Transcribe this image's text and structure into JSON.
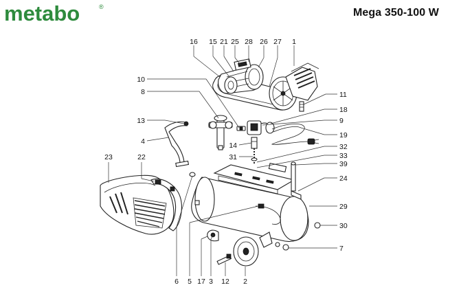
{
  "brand": {
    "logo_text": "metabo",
    "registered_mark": "®",
    "color": "#2e8b3d"
  },
  "title": "Mega 350-100 W",
  "callouts": {
    "c1": "1",
    "c2": "2",
    "c3": "3",
    "c4": "4",
    "c5": "5",
    "c6": "6",
    "c7": "7",
    "c8": "8",
    "c9": "9",
    "c10": "10",
    "c11": "11",
    "c12": "12",
    "c13": "13",
    "c14": "14",
    "c15": "15",
    "c16": "16",
    "c17": "17",
    "c18": "18",
    "c19": "19",
    "c21": "21",
    "c22": "22",
    "c23": "23",
    "c24": "24",
    "c25": "25",
    "c26": "26",
    "c27": "27",
    "c28": "28",
    "c29": "29",
    "c30": "30",
    "c31": "31",
    "c32": "32",
    "c33": "33",
    "c39": "39"
  }
}
